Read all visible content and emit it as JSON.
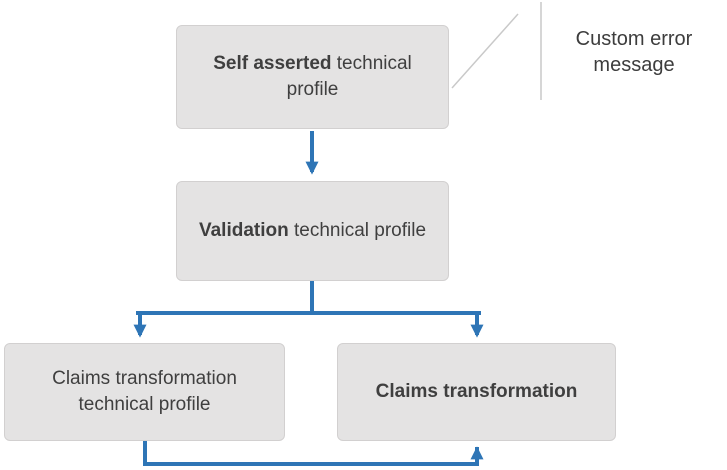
{
  "diagram": {
    "colors": {
      "arrow": "#2e75b6",
      "box_fill": "#e4e3e3",
      "box_border": "#d2d0d0",
      "box_text": "#3f3f3f",
      "callout_line": "#c9c9c9",
      "callout_text": "#3d3d3d"
    },
    "nodes": {
      "self_asserted": {
        "bold": "Self asserted",
        "regular": " technical profile"
      },
      "validation": {
        "bold": "Validation",
        "regular": " technical profile"
      },
      "claims_transformation_profile": {
        "regular": "Claims transformation technical profile"
      },
      "claims_transformation": {
        "bold": "Claims transformation"
      }
    },
    "callout": {
      "text": "Custom error message"
    }
  }
}
